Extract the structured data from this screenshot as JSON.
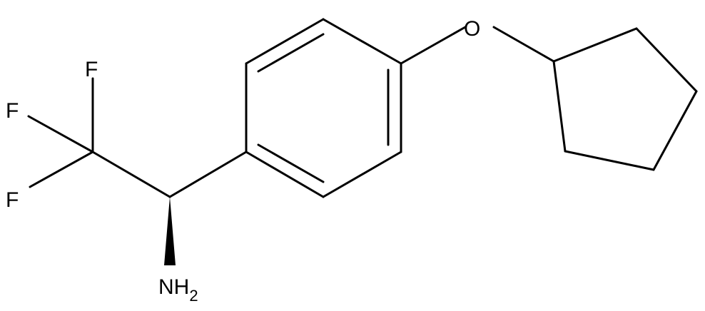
{
  "molecule": {
    "atom_labels": {
      "f_top": "F",
      "f_left": "F",
      "f_bottom": "F",
      "oxygen": "O",
      "amine_main": "NH",
      "amine_subscript": "2"
    }
  },
  "colors": {
    "bond": "#000000",
    "background": "#ffffff"
  }
}
